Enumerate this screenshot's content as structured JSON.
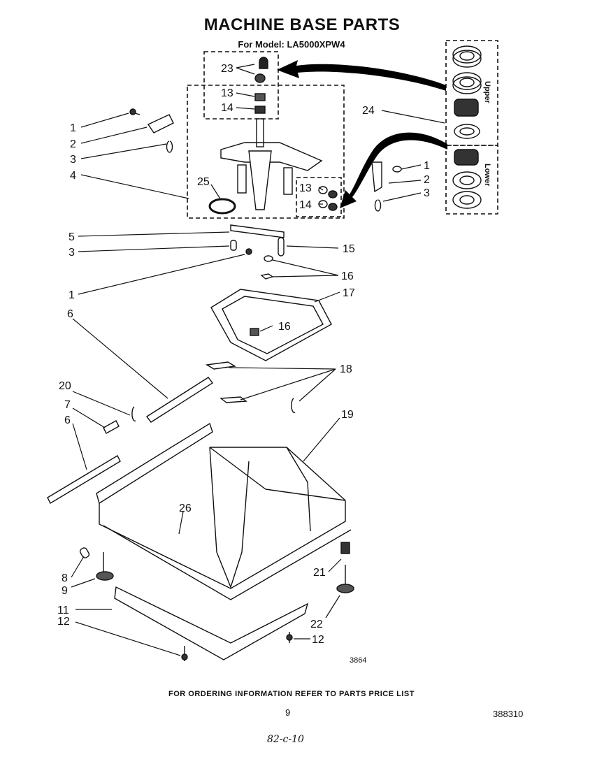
{
  "title": "MACHINE BASE PARTS",
  "subtitle": "For Model: LA5000XPW4",
  "footer": "FOR ORDERING INFORMATION REFER TO PARTS PRICE LIST",
  "page_number": "9",
  "document_number": "388310",
  "handwritten_note": "82-c-10",
  "diagram_code": "3864",
  "bearing_labels": {
    "upper": "Upper",
    "lower": "Lower"
  },
  "callouts": {
    "c23": "23",
    "c13a": "13",
    "c14a": "14",
    "c24": "24",
    "c1a": "1",
    "c2a": "2",
    "c3a": "3",
    "c4": "4",
    "c25": "25",
    "c13b": "13",
    "c14b": "14",
    "c1b": "1",
    "c2b": "2",
    "c3b": "3",
    "c5": "5",
    "c3c": "3",
    "c15": "15",
    "c16a": "16",
    "c1c": "1",
    "c17": "17",
    "c6a": "6",
    "c16b": "16",
    "c18": "18",
    "c20": "20",
    "c7": "7",
    "c19": "19",
    "c6b": "6",
    "c26": "26",
    "c8": "8",
    "c21": "21",
    "c9": "9",
    "c11": "11",
    "c22": "22",
    "c12a": "12",
    "c12b": "12"
  }
}
